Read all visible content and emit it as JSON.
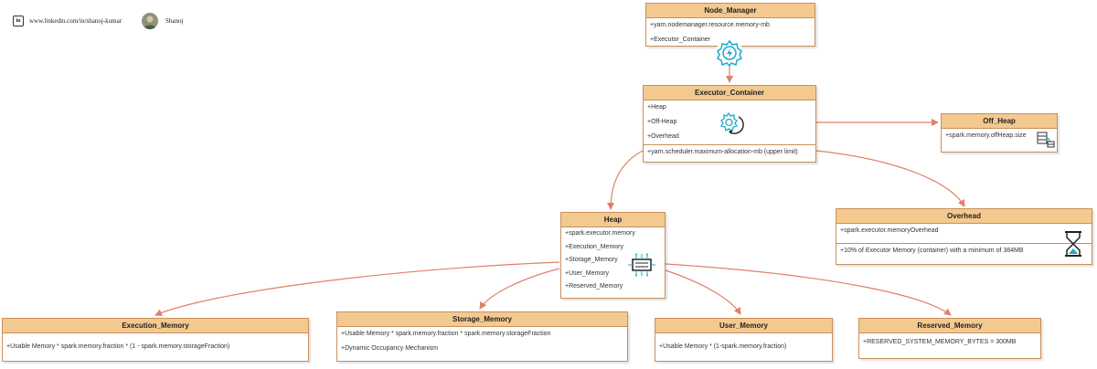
{
  "header": {
    "linkedin_badge": "in",
    "url": "www.linkedin.com/in/shanoj-kumar",
    "name": "Shanoj"
  },
  "nodes": {
    "node_manager": {
      "title": "Node_Manager",
      "rows": [
        "+yarn.nodemanager.resource.memory-mb",
        "+Executor_Container"
      ]
    },
    "executor_container": {
      "title": "Executor_Container",
      "rows": [
        "+Heap",
        "+Off-Heap",
        "+Overhead"
      ],
      "footer": "+yarn.scheduler.maximum-allocation-mb (upper limit)"
    },
    "off_heap": {
      "title": "Off_Heap",
      "rows": [
        "+spark.memory.offHeap.size"
      ]
    },
    "heap": {
      "title": "Heap",
      "rows": [
        "+spark.executor.memory",
        "+Execution_Memory",
        "+Storage_Memory",
        "+User_Memory",
        "+Reserved_Memory"
      ]
    },
    "overhead": {
      "title": "Overhead",
      "rows": [
        "+spark.executor.memoryOverhead"
      ],
      "footer": "+10% of Executor Memory (container) with a minimum of 384MB"
    },
    "execution_memory": {
      "title": "Execution_Memory",
      "rows": [
        "+Usable Memory * spark.memory.fraction * (1 - spark.memory.storageFraction)"
      ]
    },
    "storage_memory": {
      "title": "Storage_Memory",
      "rows": [
        "+Usable Memory * spark.memory.fraction * spark.memory.storageFraction",
        "+Dynamic Occupancy Mechanism"
      ]
    },
    "user_memory": {
      "title": "User_Memory",
      "rows": [
        "+Usable Memory * (1-spark.memory.fraction)"
      ]
    },
    "reserved_memory": {
      "title": "Reserved_Memory",
      "rows": [
        "+RESERVED_SYSTEM_MEMORY_BYTES = 300MB"
      ]
    }
  },
  "colors": {
    "header_fill": "#f3c98f",
    "border": "#c98f5b",
    "arrow": "#e0806a",
    "icon_teal": "#1ba9c6"
  },
  "icons": [
    "lightning-gear-icon",
    "refresh-gear-icon",
    "database-icon",
    "hourglass-icon",
    "memory-chip-icon"
  ]
}
